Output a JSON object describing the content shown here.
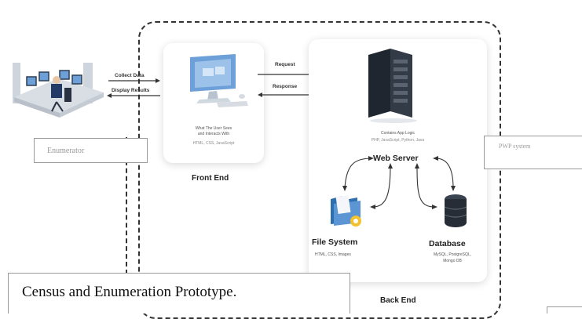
{
  "enumerator_box": {
    "label": "Enumerator"
  },
  "pwp_box": {
    "label": "PWP system"
  },
  "caption": {
    "text": "Census and Enumeration Prototype."
  },
  "arrows": {
    "collect_data": "Collect Data",
    "display_results": "Display Results",
    "request": "Request",
    "response": "Response"
  },
  "front_end": {
    "title": "Front End",
    "desc": "What The User Sees",
    "desc2": "and Interacts With",
    "tech": "HTML, CSS, JavaScript"
  },
  "back_end": {
    "title": "Back End",
    "logic": "Contains App Logic",
    "tech": "PHP, JavaScript, Python, Java"
  },
  "web_server": {
    "label": "Web Server"
  },
  "file_system": {
    "label": "File System",
    "desc": "HTML, CSS, Images"
  },
  "database": {
    "label": "Database",
    "desc": "MySQL, PostgreSQL,",
    "desc2": "Mongo DB"
  },
  "colors": {
    "monitor_blue": "#6d9fd8",
    "server_dark": "#1f2630",
    "folder_blue": "#2f6fb0",
    "file_yellow": "#f2c230",
    "db_dark": "#262d36"
  }
}
